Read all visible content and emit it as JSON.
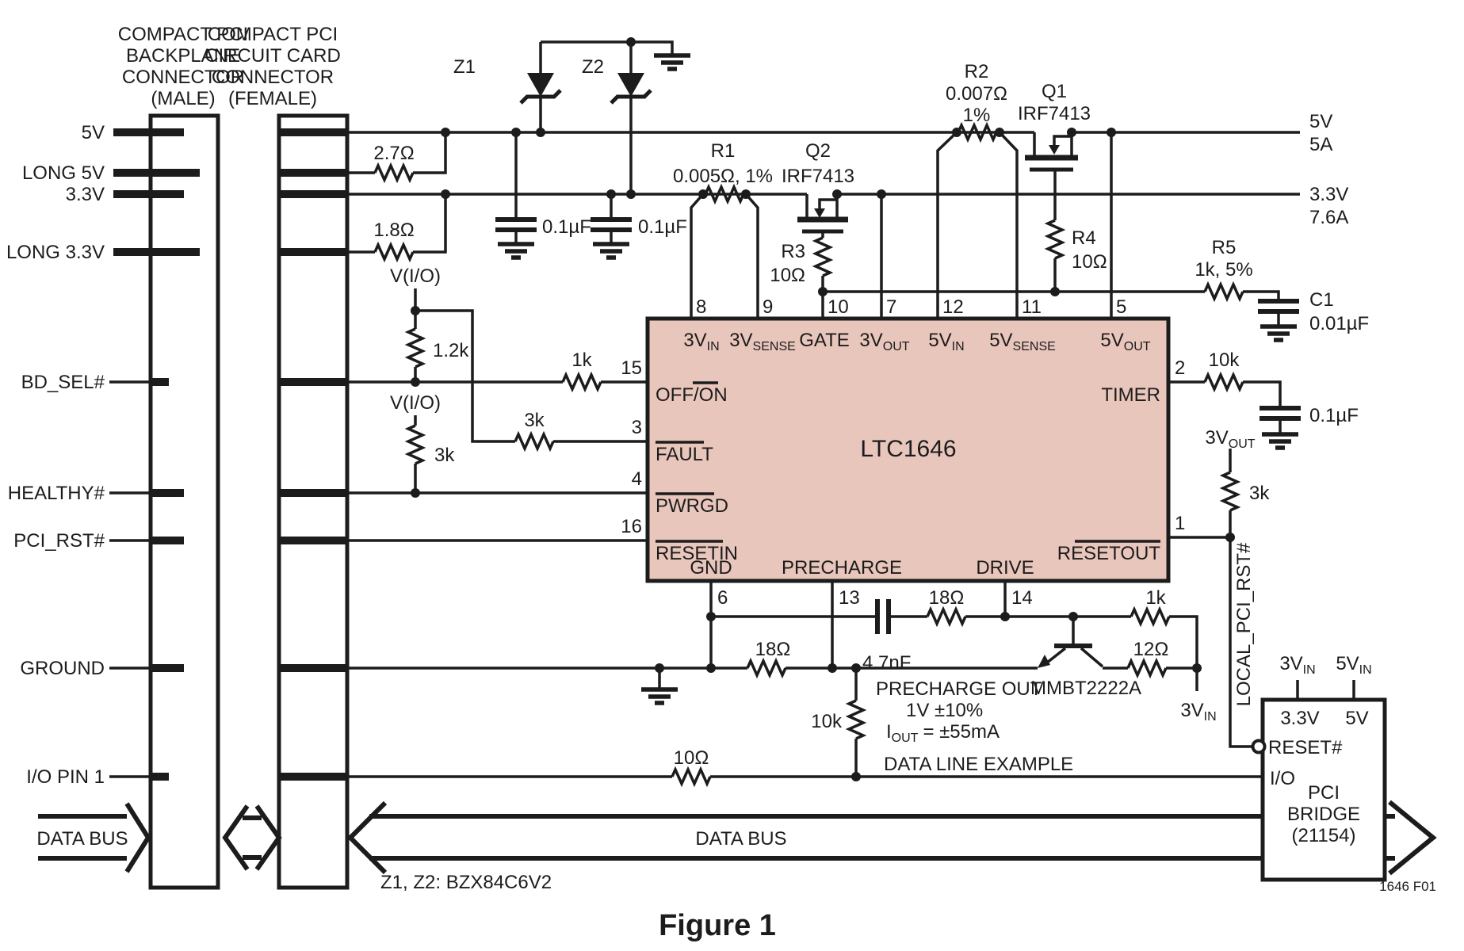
{
  "connector_male": {
    "lines": [
      "COMPACT PCI",
      "BACKPLANE",
      "CONNECTOR",
      "(MALE)"
    ]
  },
  "connector_female": {
    "lines": [
      "COMPACT PCI",
      "CIRCUIT CARD",
      "CONNECTOR",
      "(FEMALE)"
    ]
  },
  "left_labels": [
    "5V",
    "LONG 5V",
    "3.3V",
    "LONG 3.3V",
    "BD_SEL#",
    "HEALTHY#",
    "PCI_RST#",
    "GROUND",
    "I/O PIN 1"
  ],
  "chip": {
    "name": "LTC1646",
    "top": [
      {
        "n": "8",
        "b": "3V",
        "s": "IN"
      },
      {
        "n": "9",
        "b": "3V",
        "s": "SENSE"
      },
      {
        "n": "10",
        "b": "GATE",
        "s": ""
      },
      {
        "n": "7",
        "b": "3V",
        "s": "OUT"
      },
      {
        "n": "12",
        "b": "5V",
        "s": "IN"
      },
      {
        "n": "11",
        "b": "5V",
        "s": "SENSE"
      },
      {
        "n": "5",
        "b": "5V",
        "s": "OUT"
      }
    ],
    "left": [
      {
        "n": "15",
        "l": "OFF/",
        "l2": "ON"
      },
      {
        "n": "3",
        "l": "FAULT"
      },
      {
        "n": "4",
        "l": "PWRGD"
      },
      {
        "n": "16",
        "l": "RESETIN"
      }
    ],
    "right": [
      {
        "n": "2",
        "l": "TIMER"
      },
      {
        "n": "1",
        "l": "RESETOUT"
      }
    ],
    "bottom": [
      {
        "n": "6",
        "l": "GND"
      },
      {
        "n": "13",
        "l": "PRECHARGE"
      },
      {
        "n": "14",
        "l": "DRIVE"
      }
    ]
  },
  "parts": {
    "z1": "Z1",
    "z2": "Z2",
    "r27": "2.7Ω",
    "r18": "1.8Ω",
    "c01_5v": "0.1µF",
    "c01_3v": "0.1µF",
    "r1_name": "R1",
    "r1_val": "0.005Ω, 1%",
    "q2_name": "Q2",
    "q2_val": "IRF7413",
    "r2_name": "R2",
    "r2_val": "0.007Ω",
    "r2_tol": "1%",
    "q1_name": "Q1",
    "q1_val": "IRF7413",
    "r3_name": "R3",
    "r3_val": "10Ω",
    "r4_name": "R4",
    "r4_val": "10Ω",
    "r5_name": "R5",
    "r5_val": "1k, 5%",
    "c1_name": "C1",
    "c1_val": "0.01µF",
    "r12k": "1.2k",
    "r3k_fault": "3k",
    "r1k_offon": "1k",
    "r3k_healthy": "3k",
    "r10k_timer": "10k",
    "c01_timer": "0.1µF",
    "r3k_reset": "3k",
    "r18_gnd": "18Ω",
    "c47": "4.7nF",
    "r18_drive": "18Ω",
    "r1k_drive": "1k",
    "r12": "12Ω",
    "q3": "MMBT2222A",
    "r10k_pre": "10k",
    "r10_data": "10Ω"
  },
  "flags": {
    "vio": "V(I/O)",
    "vio2": "V(I/O)",
    "v3out_b": "3V",
    "v3out_s": "OUT",
    "v3in_b": "3V",
    "v3in_s": "IN"
  },
  "outputs": {
    "v5": "5V",
    "i5": "5A",
    "v33": "3.3V",
    "i33": "7.6A"
  },
  "annotations": {
    "precharge1": "PRECHARGE OUT",
    "precharge2": "1V ±10%",
    "iout_i": "I",
    "iout_sub": "OUT",
    "iout_rest": "= ±55mA",
    "data_line": "DATA LINE EXAMPLE",
    "local_rst": "LOCAL_PCI_RST#",
    "data_bus_left": "DATA BUS",
    "data_bus_main": "DATA BUS",
    "note": "Z1, Z2:  BZX84C6V2",
    "caption": "Figure 1",
    "doc": "1646 F01"
  },
  "bridge": {
    "l1": "PCI",
    "l2": "BRIDGE",
    "l3": "(21154)",
    "v3in_b": "3V",
    "v3in_s": "IN",
    "v5in_b": "5V",
    "v5in_s": "IN",
    "p33": "3.3V",
    "p5": "5V",
    "reset": "RESET#",
    "io": "I/O"
  }
}
